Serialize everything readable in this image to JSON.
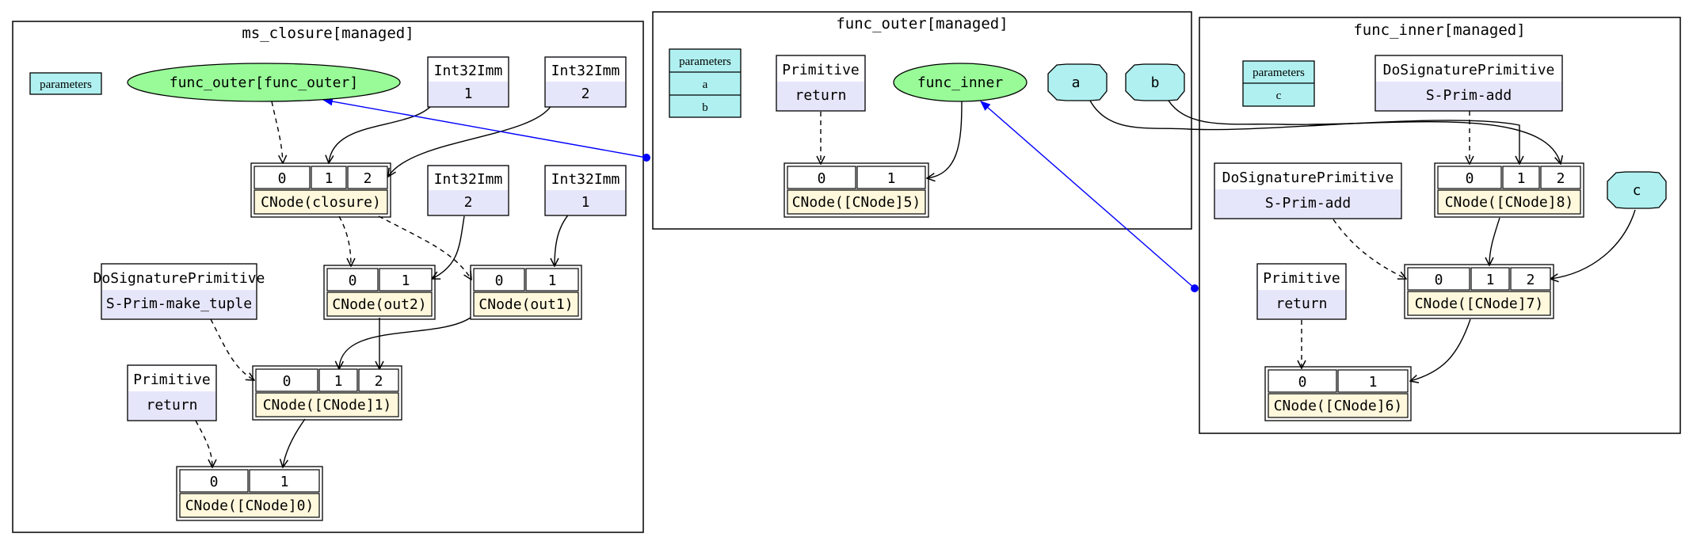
{
  "clusters": {
    "ms_closure": {
      "title": "ms_closure[managed]"
    },
    "func_outer": {
      "title": "func_outer[managed]"
    },
    "func_inner": {
      "title": "func_inner[managed]"
    }
  },
  "ms_closure": {
    "parameters": "parameters",
    "func_outer_node": "func_outer[func_outer]",
    "imm_a": {
      "type": "Int32Imm",
      "value": "1"
    },
    "imm_b": {
      "type": "Int32Imm",
      "value": "2"
    },
    "imm_c": {
      "type": "Int32Imm",
      "value": "2"
    },
    "imm_d": {
      "type": "Int32Imm",
      "value": "1"
    },
    "closure": {
      "ports": [
        "0",
        "1",
        "2"
      ],
      "label": "CNode(closure)"
    },
    "out2": {
      "ports": [
        "0",
        "1"
      ],
      "label": "CNode(out2)"
    },
    "out1": {
      "ports": [
        "0",
        "1"
      ],
      "label": "CNode(out1)"
    },
    "make_tuple": {
      "type": "DoSignaturePrimitive",
      "name": "S-Prim-make_tuple"
    },
    "ret_prim": {
      "type": "Primitive",
      "name": "return"
    },
    "cnode1": {
      "ports": [
        "0",
        "1",
        "2"
      ],
      "label": "CNode([CNode]1)"
    },
    "cnode0": {
      "ports": [
        "0",
        "1"
      ],
      "label": "CNode([CNode]0)"
    }
  },
  "func_outer": {
    "parameters": "parameters",
    "param_a": "a",
    "param_b": "b",
    "ret_prim": {
      "type": "Primitive",
      "name": "return"
    },
    "func_inner_node": "func_inner",
    "oct_a": "a",
    "oct_b": "b",
    "cnode5": {
      "ports": [
        "0",
        "1"
      ],
      "label": "CNode([CNode]5)"
    }
  },
  "func_inner": {
    "parameters": "parameters",
    "param_c": "c",
    "add1": {
      "type": "DoSignaturePrimitive",
      "name": "S-Prim-add"
    },
    "add2": {
      "type": "DoSignaturePrimitive",
      "name": "S-Prim-add"
    },
    "cnode8": {
      "ports": [
        "0",
        "1",
        "2"
      ],
      "label": "CNode([CNode]8)"
    },
    "oct_c": "c",
    "ret_prim": {
      "type": "Primitive",
      "name": "return"
    },
    "cnode7": {
      "ports": [
        "0",
        "1",
        "2"
      ],
      "label": "CNode([CNode]7)"
    },
    "cnode6": {
      "ports": [
        "0",
        "1"
      ],
      "label": "CNode([CNode]6)"
    }
  },
  "colors": {
    "prim_fill": "#e6e6fa",
    "cnode_label_fill": "#fff8dc",
    "param_fill": "#b0f0f0",
    "graph_node_fill": "#98fb98",
    "closure_edge": "#0000ff"
  }
}
